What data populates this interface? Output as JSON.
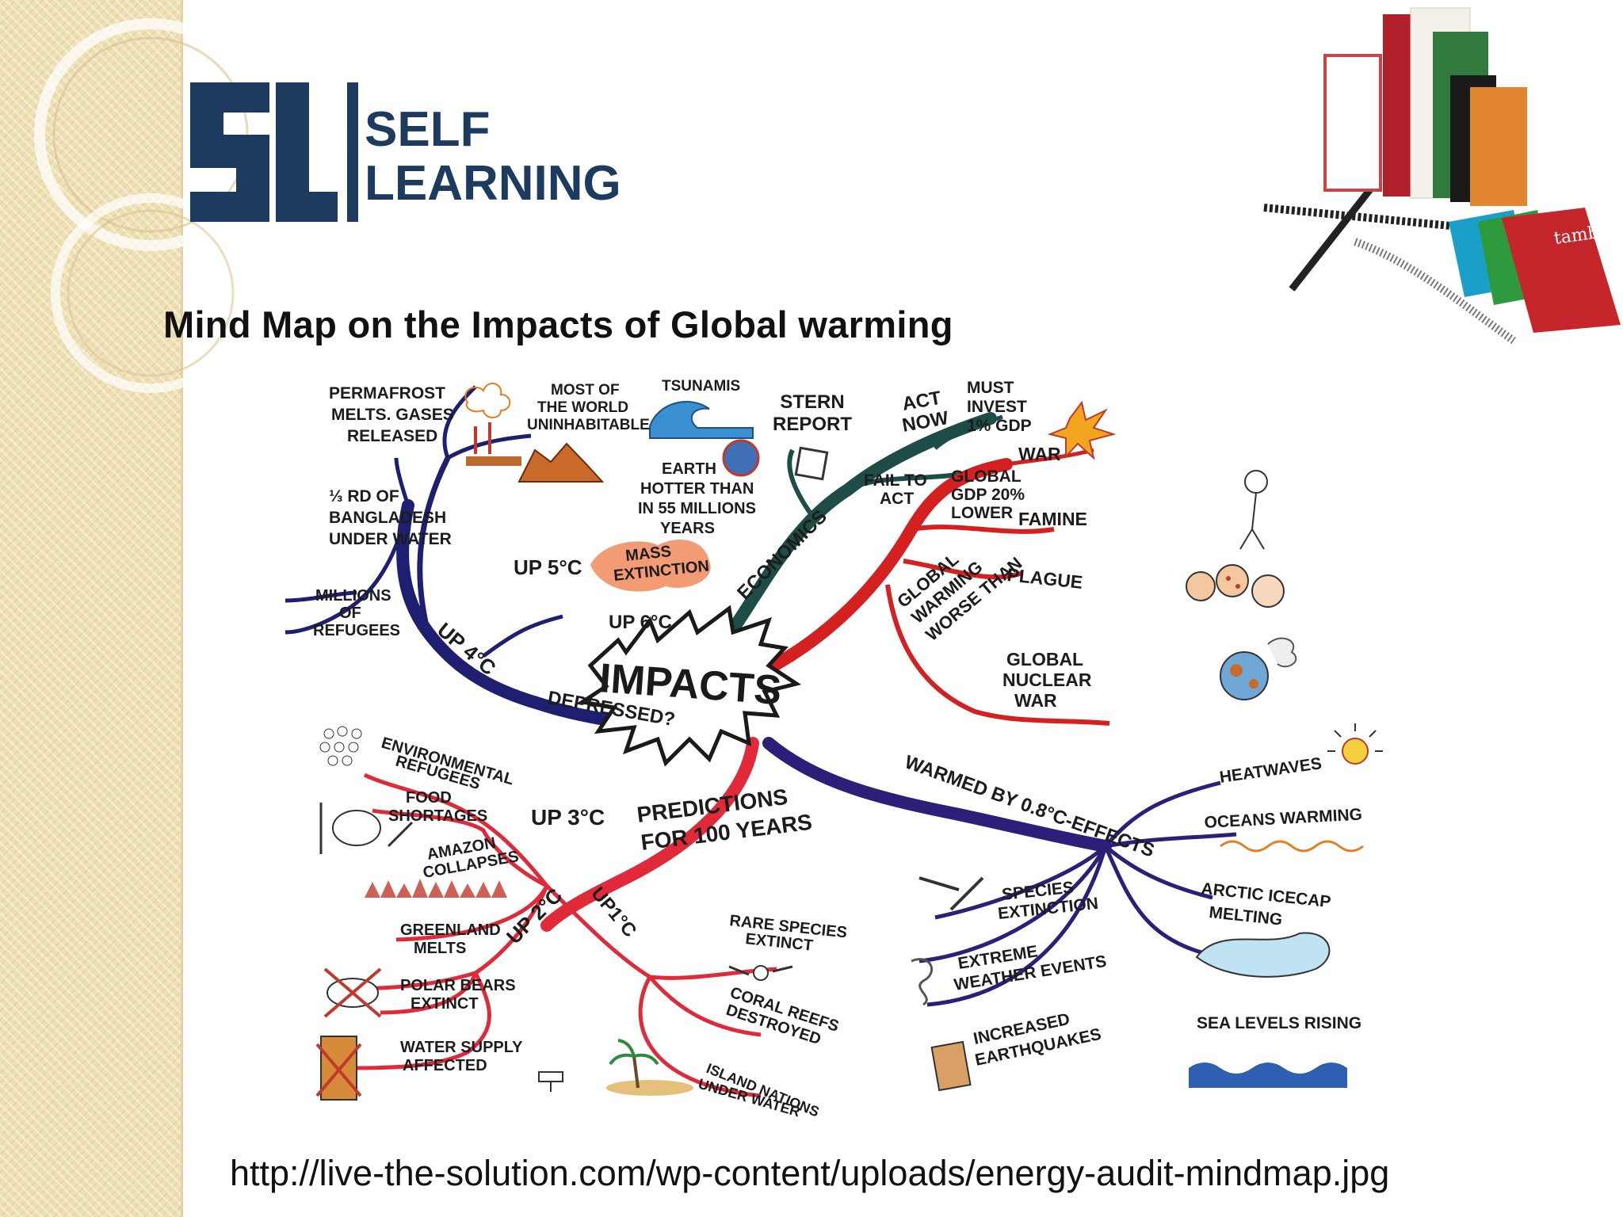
{
  "logo": {
    "line1": "SELF",
    "line2": "LEARNING"
  },
  "title": "Mind Map on the Impacts of Global warming",
  "mind_map": {
    "center": "IMPACTS",
    "branches": {
      "economics": "ECONOMICS",
      "worse": {
        "l1": "GLOBAL",
        "l2": "WARMING",
        "l3": "WORSE THAN"
      },
      "warmed": "WARMED BY 0.8°C-EFFECTS",
      "predictions": {
        "l1": "PREDICTIONS",
        "l2": "FOR 100 YEARS"
      },
      "depressed": "DEPRESSED?"
    },
    "nodes": {
      "stern_report": {
        "l1": "STERN",
        "l2": "REPORT"
      },
      "act_now": {
        "l1": "ACT",
        "l2": "NOW"
      },
      "must_invest": {
        "l1": "MUST",
        "l2": "INVEST",
        "l3": "1% GDP"
      },
      "fail_to_act": {
        "l1": "FAIL TO",
        "l2": "ACT"
      },
      "gdp_lower": {
        "l1": "GLOBAL",
        "l2": "GDP 20%",
        "l3": "LOWER"
      },
      "war": "WAR",
      "famine": "FAMINE",
      "plague": "PLAGUE",
      "nuclear_war": {
        "l1": "GLOBAL",
        "l2": "NUCLEAR",
        "l3": "WAR"
      },
      "heatwaves": "HEATWAVES",
      "oceans_warming": "OCEANS WARMING",
      "arctic": {
        "l1": "ARCTIC ICECAP",
        "l2": "MELTING"
      },
      "sea_levels": "SEA LEVELS RISING",
      "species_extinction": {
        "l1": "SPECIES",
        "l2": "EXTINCTION"
      },
      "extreme_weather": {
        "l1": "EXTREME",
        "l2": "WEATHER EVENTS"
      },
      "earthquakes": {
        "l1": "INCREASED",
        "l2": "EARTHQUAKES"
      },
      "up1": "UP1°C",
      "rare_species": {
        "l1": "RARE SPECIES",
        "l2": "EXTINCT"
      },
      "coral_reefs": {
        "l1": "CORAL REEFS",
        "l2": "DESTROYED"
      },
      "island_nations": {
        "l1": "ISLAND NATIONS",
        "l2": "UNDER WATER"
      },
      "up2": "UP 2°C",
      "greenland": {
        "l1": "GREENLAND",
        "l2": "MELTS"
      },
      "polar_bears": {
        "l1": "POLAR BEARS",
        "l2": "EXTINCT"
      },
      "water_supply": {
        "l1": "WATER SUPPLY",
        "l2": "AFFECTED"
      },
      "up3": "UP 3°C",
      "env_refugees": {
        "l1": "ENVIRONMENTAL",
        "l2": "REFUGEES"
      },
      "food_shortages": {
        "l1": "FOOD",
        "l2": "SHORTAGES"
      },
      "amazon": {
        "l1": "AMAZON",
        "l2": "COLLAPSES"
      },
      "up4": "UP 4°C",
      "bangladesh": {
        "l1": "⅓ RD OF",
        "l2": "BANGLADESH",
        "l3": "UNDER WATER"
      },
      "millions_refugees": {
        "l1": "MILLIONS",
        "l2": "OF",
        "l3": "REFUGEES"
      },
      "permafrost": {
        "l1": "PERMAFROST",
        "l2": "MELTS. GASES",
        "l3": "RELEASED"
      },
      "up5": "UP 5°C",
      "most_world": {
        "l1": "MOST OF",
        "l2": "THE WORLD",
        "l3": "UNINHABITABLE"
      },
      "tsunamis": "TSUNAMIS",
      "earth_hotter": {
        "l1": "EARTH",
        "l2": "HOTTER THAN",
        "l3": "IN 55 MILLIONS",
        "l4": "YEARS"
      },
      "mass_extinction": {
        "l1": "MASS",
        "l2": "EXTINCTION"
      },
      "up6": "UP 6°C"
    },
    "colors": {
      "economics": "#1e4d47",
      "worse": "#d42020",
      "warmed": "#2c1f7a",
      "predictions": "#e02a3a",
      "depressed": "#1f1f72",
      "center_stroke": "#1a1a1a"
    }
  },
  "source_url": "http://live-the-solution.com/wp-content/uploads/energy-audit-mindmap.jpg"
}
